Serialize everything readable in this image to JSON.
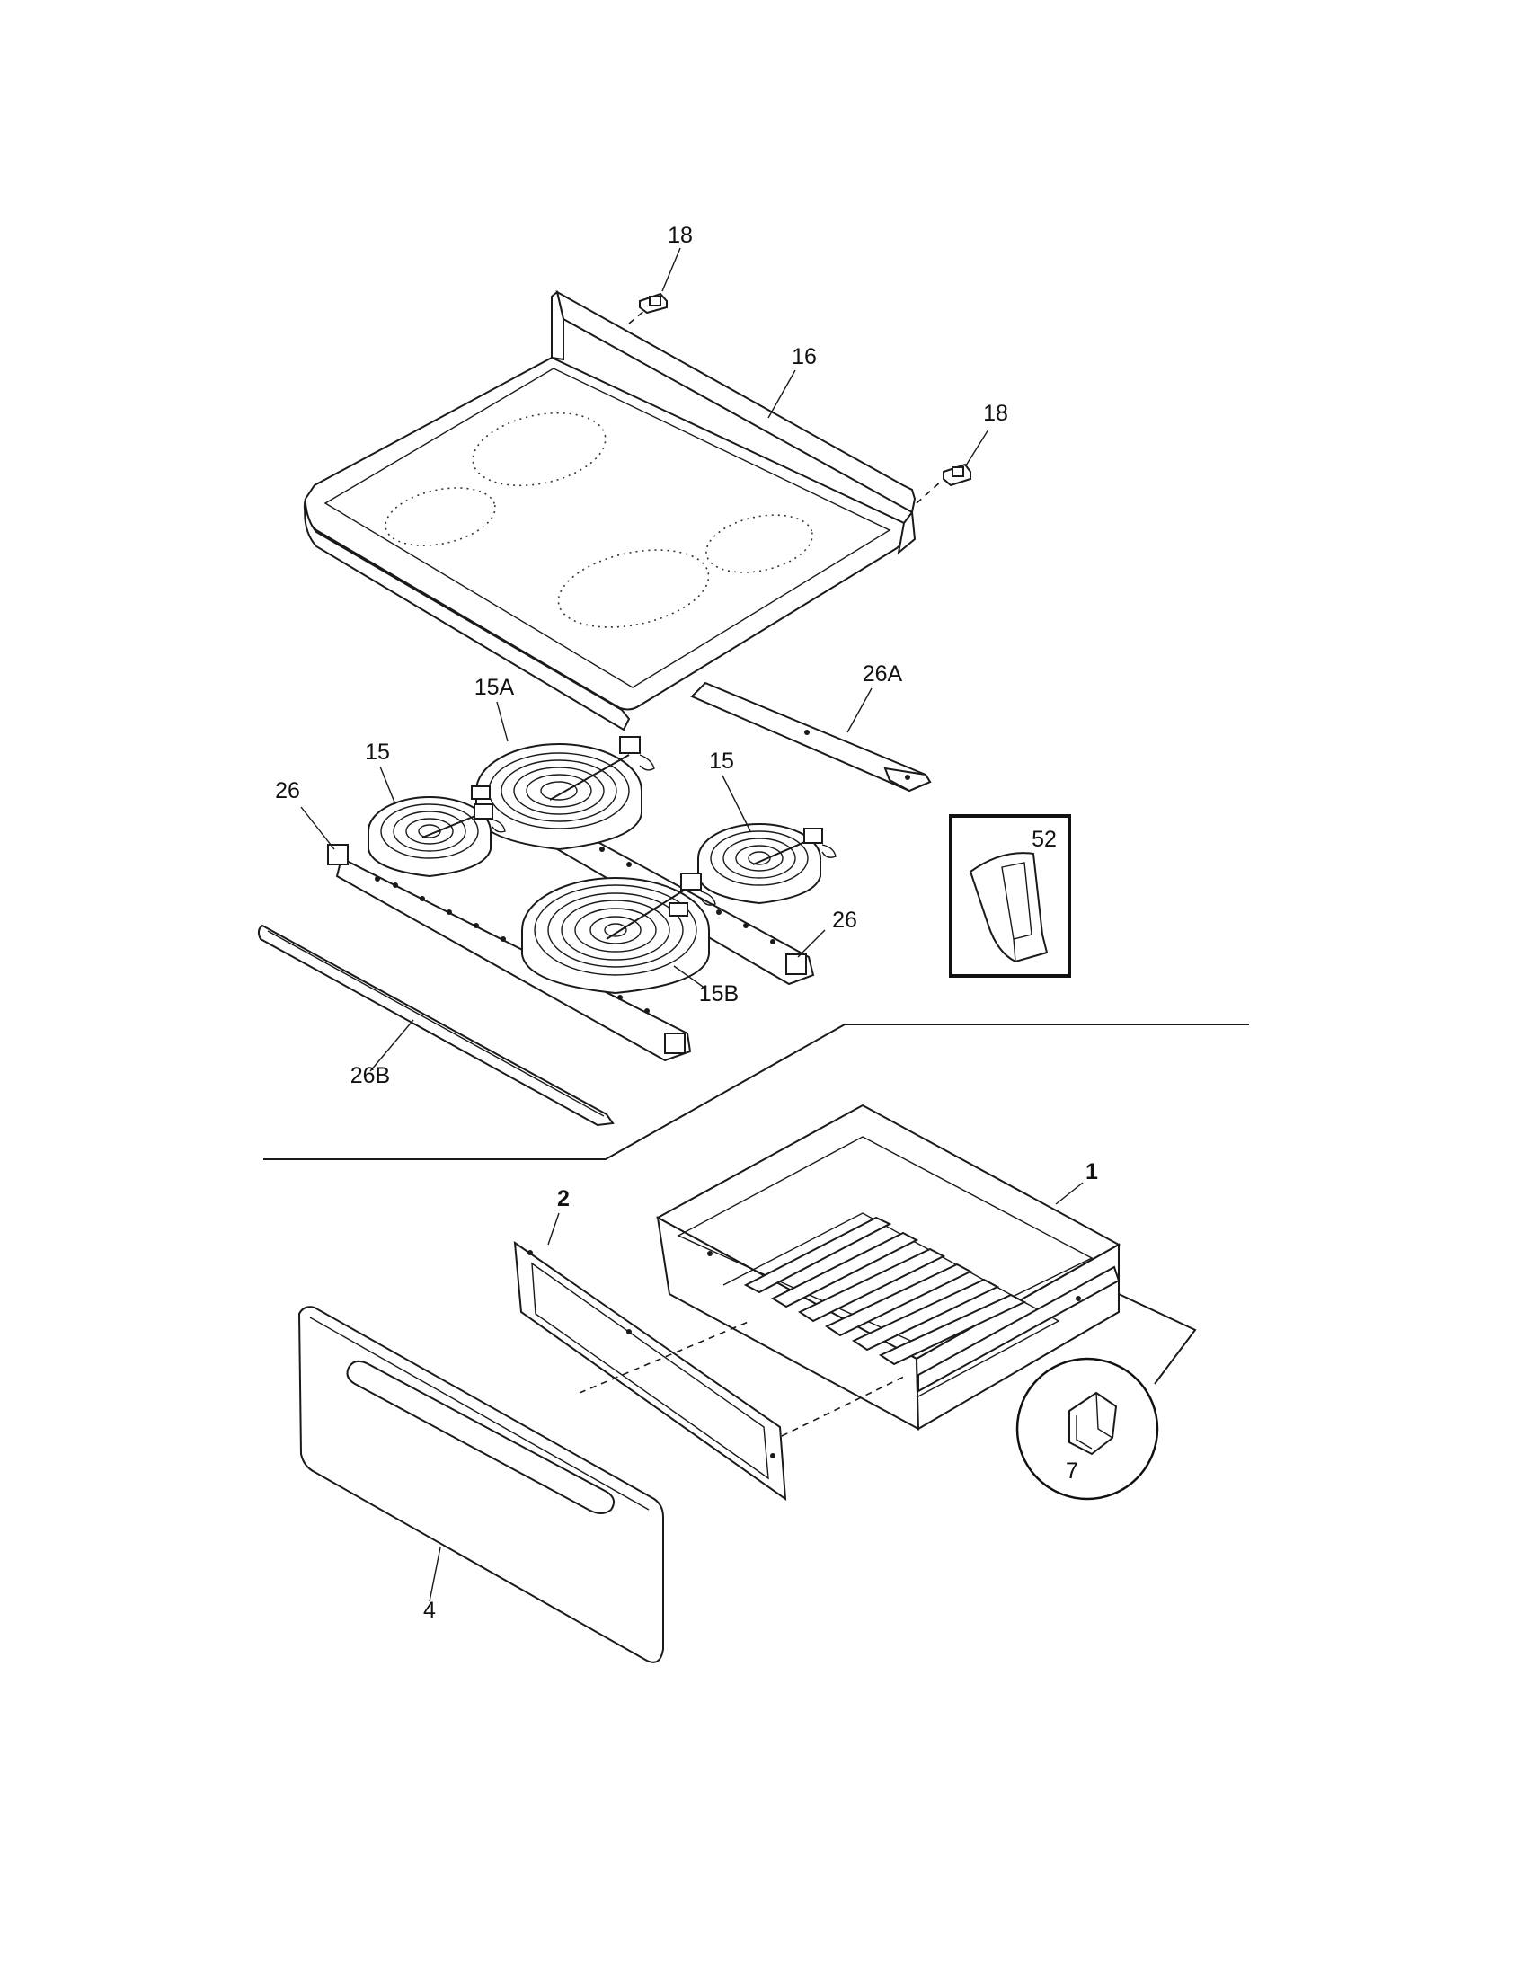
{
  "diagram": {
    "callouts": {
      "c18a": "18",
      "c16": "16",
      "c18b": "18",
      "c26a": "26A",
      "c15a": "15A",
      "c15_left": "15",
      "c15_right": "15",
      "c26_left": "26",
      "c52": "52",
      "c26_right": "26",
      "c15b": "15B",
      "c26b": "26B",
      "c1": "1",
      "c2": "2",
      "c7": "7",
      "c4": "4"
    }
  }
}
